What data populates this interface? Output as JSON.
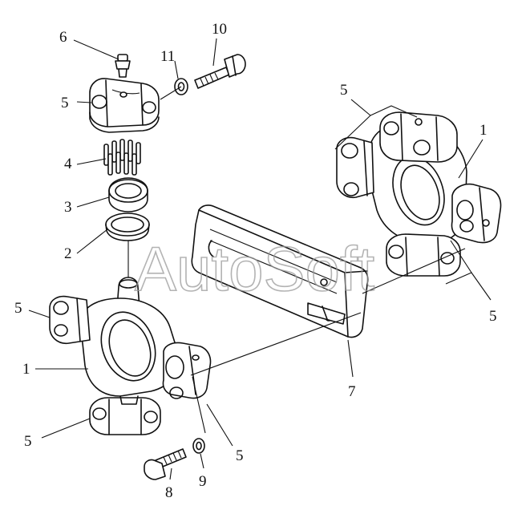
{
  "watermark": "AutoSoft",
  "callouts": {
    "c1_right": "1",
    "c1_left": "1",
    "c2": "2",
    "c3": "3",
    "c4": "4",
    "c5_top_left": "5",
    "c5_top_right": "5",
    "c5_right": "5",
    "c5_mid_left": "5",
    "c5_bottom_left": "5",
    "c5_bottom_mid": "5",
    "c6": "6",
    "c7": "7",
    "c8": "8",
    "c9": "9",
    "c10": "10",
    "c11": "11"
  }
}
